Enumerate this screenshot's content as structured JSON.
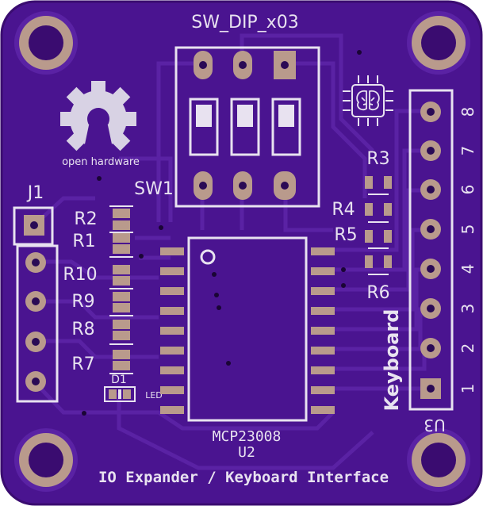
{
  "board": {
    "title": "IO Expander / Keyboard Interface",
    "colors": {
      "substrate": "#3f0f7a",
      "mask": "#4a1490",
      "trace": "#5a22a4",
      "copper": "#b99a8c",
      "silk": "#e8e2f0",
      "hole": "#2a0a55"
    }
  },
  "components": {
    "sw1": {
      "value": "SW_DIP_x03",
      "ref": "SW1"
    },
    "j1": {
      "ref": "J1"
    },
    "u2": {
      "value": "MCP23008",
      "ref": "U2"
    },
    "u3": {
      "value": "Keyboard",
      "ref": "U3"
    },
    "d1": {
      "ref": "D1",
      "value": "LED"
    },
    "resistors_left": [
      "R2",
      "R1",
      "R10",
      "R9",
      "R8",
      "R7"
    ],
    "resistors_right": [
      "R3",
      "R4",
      "R5",
      "R6"
    ],
    "pin_numbers": [
      "8",
      "7",
      "6",
      "5",
      "4",
      "3",
      "2",
      "1"
    ]
  },
  "logo": {
    "text": "open hardware",
    "icons": [
      "open-hardware-gear-icon",
      "brain-chip-icon"
    ]
  }
}
